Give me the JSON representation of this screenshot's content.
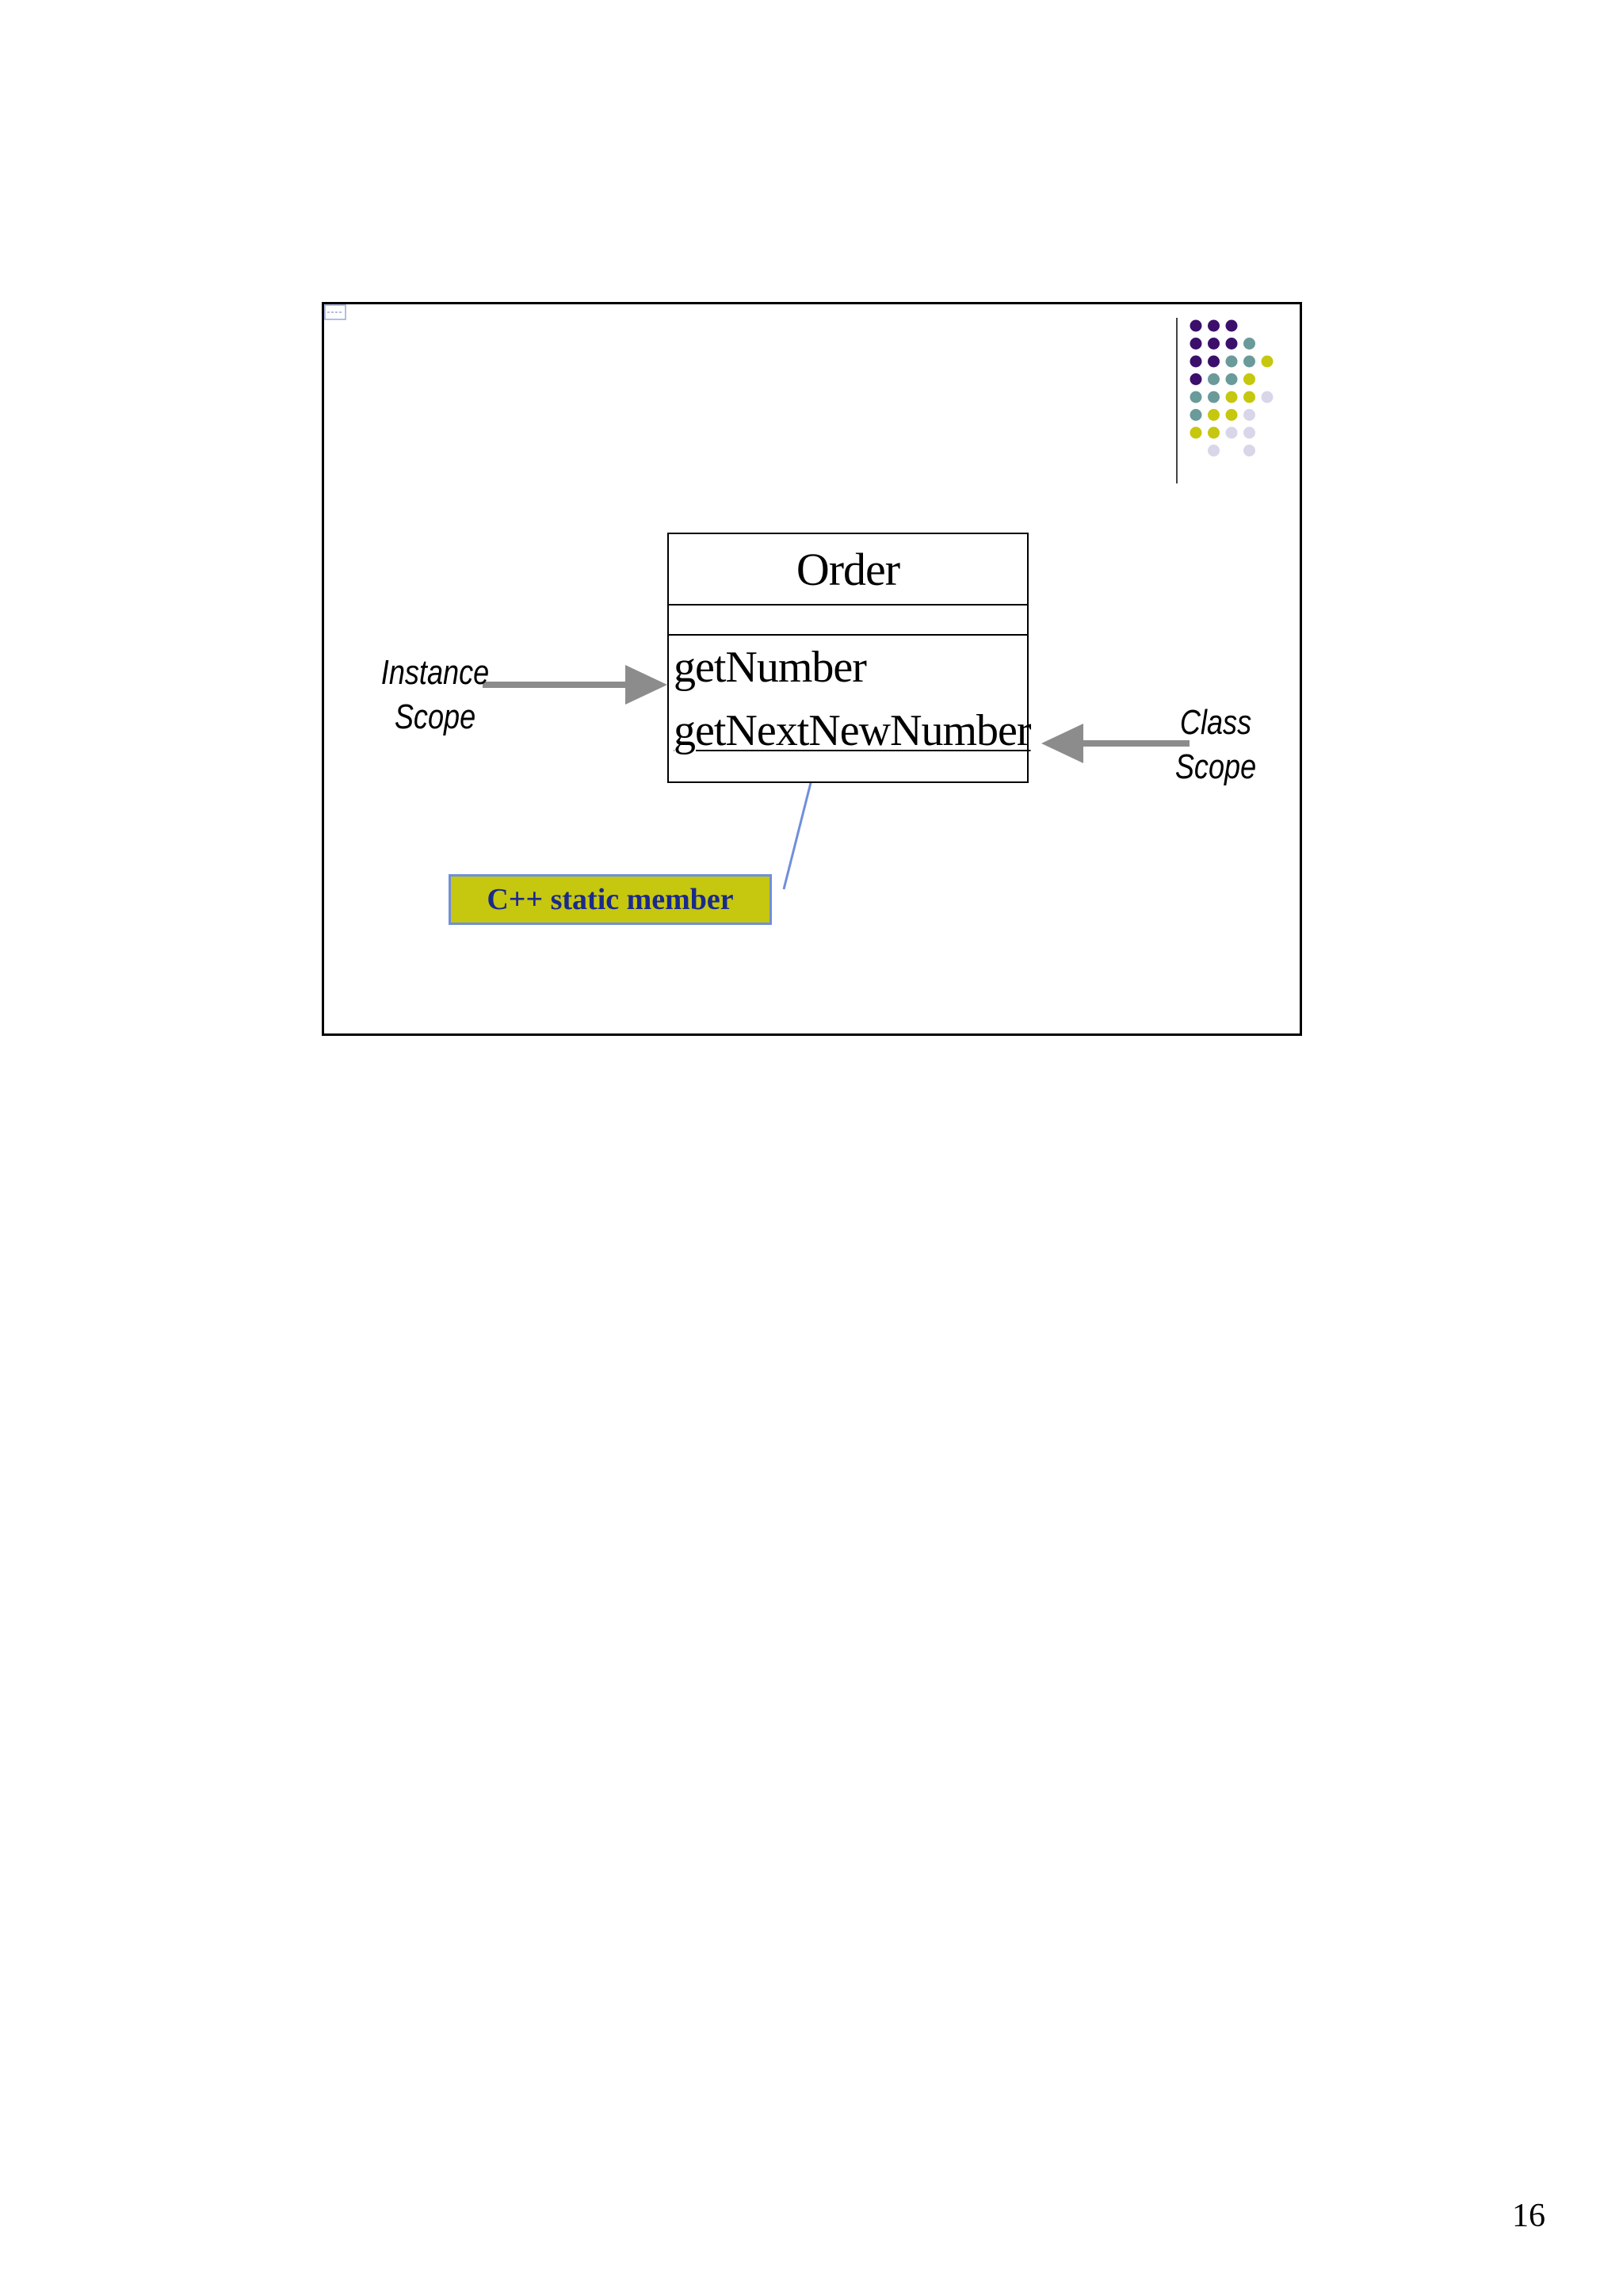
{
  "slide": {
    "class_name": "Order",
    "operations": [
      {
        "name": "getNumber",
        "scope": "instance"
      },
      {
        "name": "getNextNewNumber",
        "scope": "class"
      }
    ],
    "instance_label": [
      "Instance",
      "Scope"
    ],
    "class_label": [
      "Class",
      "Scope"
    ],
    "note": "C++ static member"
  },
  "decoration": {
    "dot_grid": [
      [
        "purple",
        "purple",
        "purple",
        null,
        null
      ],
      [
        "purple",
        "purple",
        "purple",
        "teal",
        null
      ],
      [
        "purple",
        "purple",
        "teal",
        "teal",
        "yellow"
      ],
      [
        "purple",
        "teal",
        "teal",
        "yellow",
        null
      ],
      [
        "teal",
        "teal",
        "yellow",
        "yellow",
        "lavender"
      ],
      [
        "teal",
        "yellow",
        "yellow",
        "lavender",
        null
      ],
      [
        "yellow",
        "yellow",
        "lavender",
        "lavender",
        null
      ],
      [
        null,
        "lavender",
        null,
        "lavender",
        null
      ]
    ],
    "colors": {
      "purple": "#3b0f6b",
      "teal": "#6a9a9a",
      "yellow": "#c6c70f",
      "lavender": "#d9d6ea",
      "note_fill": "#c6c70f",
      "note_border": "#6f8fdc",
      "note_text": "#1a2a8c",
      "arrow": "#8c8c8c",
      "pointer": "#6f8fdc"
    }
  },
  "page_number": "16"
}
